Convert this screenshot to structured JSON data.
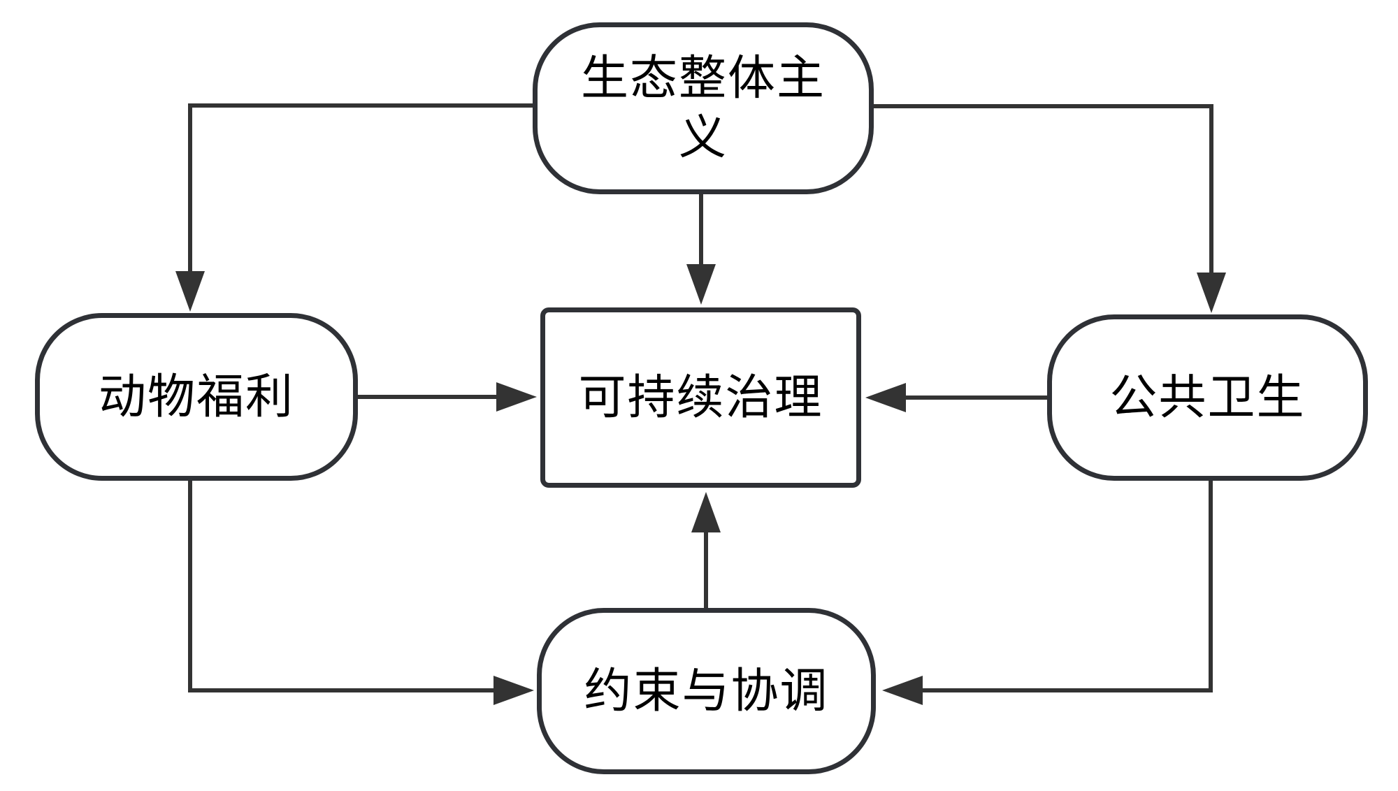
{
  "diagram": {
    "type": "flowchart",
    "background_color": "#ffffff",
    "stroke_color": "#333333",
    "text_color": "#000000",
    "nodes": {
      "top": {
        "id": "eco-holism",
        "label": "生态整体主义",
        "lines": [
          "生态整体主",
          "义"
        ],
        "shape": "stadium"
      },
      "left": {
        "id": "animal-welfare",
        "label": "动物福利",
        "shape": "stadium"
      },
      "center": {
        "id": "sustainable-governance",
        "label": "可持续治理",
        "shape": "rectangle"
      },
      "right": {
        "id": "public-health",
        "label": "公共卫生",
        "shape": "stadium"
      },
      "bottom": {
        "id": "constraint-coordination",
        "label": "约束与协调",
        "shape": "stadium"
      }
    },
    "edges": [
      {
        "from": "生态整体主义",
        "to": "动物福利",
        "style": "elbow",
        "arrow": "down"
      },
      {
        "from": "生态整体主义",
        "to": "可持续治理",
        "style": "straight",
        "arrow": "down"
      },
      {
        "from": "生态整体主义",
        "to": "公共卫生",
        "style": "elbow",
        "arrow": "down"
      },
      {
        "from": "动物福利",
        "to": "可持续治理",
        "style": "straight",
        "arrow": "right"
      },
      {
        "from": "公共卫生",
        "to": "可持续治理",
        "style": "straight",
        "arrow": "left"
      },
      {
        "from": "约束与协调",
        "to": "可持续治理",
        "style": "straight",
        "arrow": "up"
      },
      {
        "from": "动物福利",
        "to": "约束与协调",
        "style": "elbow",
        "arrow": "right"
      },
      {
        "from": "公共卫生",
        "to": "约束与协调",
        "style": "elbow",
        "arrow": "left"
      }
    ]
  }
}
